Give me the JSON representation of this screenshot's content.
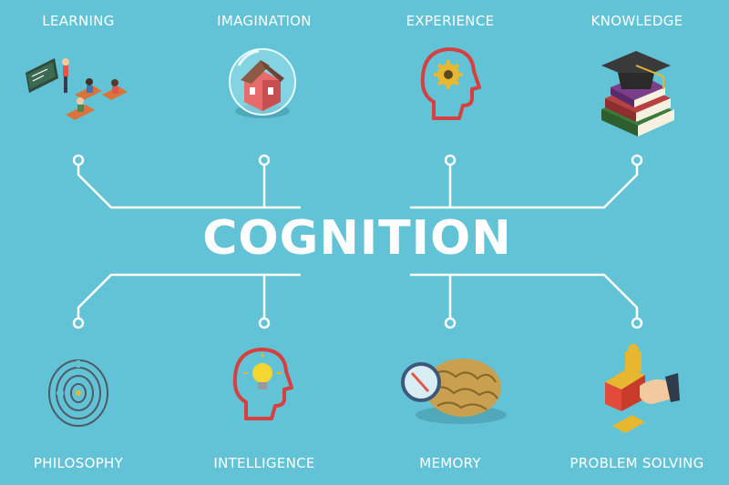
{
  "title": "COGNITION",
  "colors": {
    "background": "#62c3d6",
    "line": "#ffffff"
  },
  "top_concepts": [
    {
      "label": "LEARNING",
      "icon": "classroom-icon"
    },
    {
      "label": "IMAGINATION",
      "icon": "house-in-bubble-icon"
    },
    {
      "label": "EXPERIENCE",
      "icon": "head-with-gear-icon"
    },
    {
      "label": "KNOWLEDGE",
      "icon": "books-with-graduation-cap-icon"
    }
  ],
  "bottom_concepts": [
    {
      "label": "PHILOSOPHY",
      "icon": "labyrinth-icon"
    },
    {
      "label": "INTELLIGENCE",
      "icon": "head-with-lightbulb-icon"
    },
    {
      "label": "MEMORY",
      "icon": "brain-icon"
    },
    {
      "label": "PROBLEM SOLVING",
      "icon": "puzzle-pieces-icon"
    }
  ]
}
